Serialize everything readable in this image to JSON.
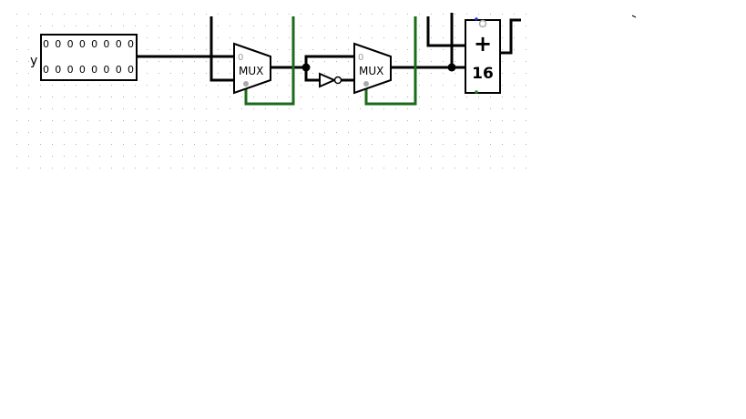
{
  "circuit": {
    "input_y": {
      "label": "y",
      "row1": "0 0 0 0 0 0 0 0",
      "row2": "0 0 0 0 0 0 0 0"
    },
    "mux1": {
      "label": "MUX",
      "select0": "0"
    },
    "mux2": {
      "label": "MUX",
      "select0": "0"
    },
    "adder": {
      "symbol": "+",
      "width": "16"
    }
  },
  "colors": {
    "wire": "#000000",
    "active_wire": "#1a6b1a",
    "grid_dot": "#b0b0b0",
    "port_blue": "#2a2acc",
    "port_green": "#1a8a1a",
    "port_gray": "#aaaaaa"
  }
}
